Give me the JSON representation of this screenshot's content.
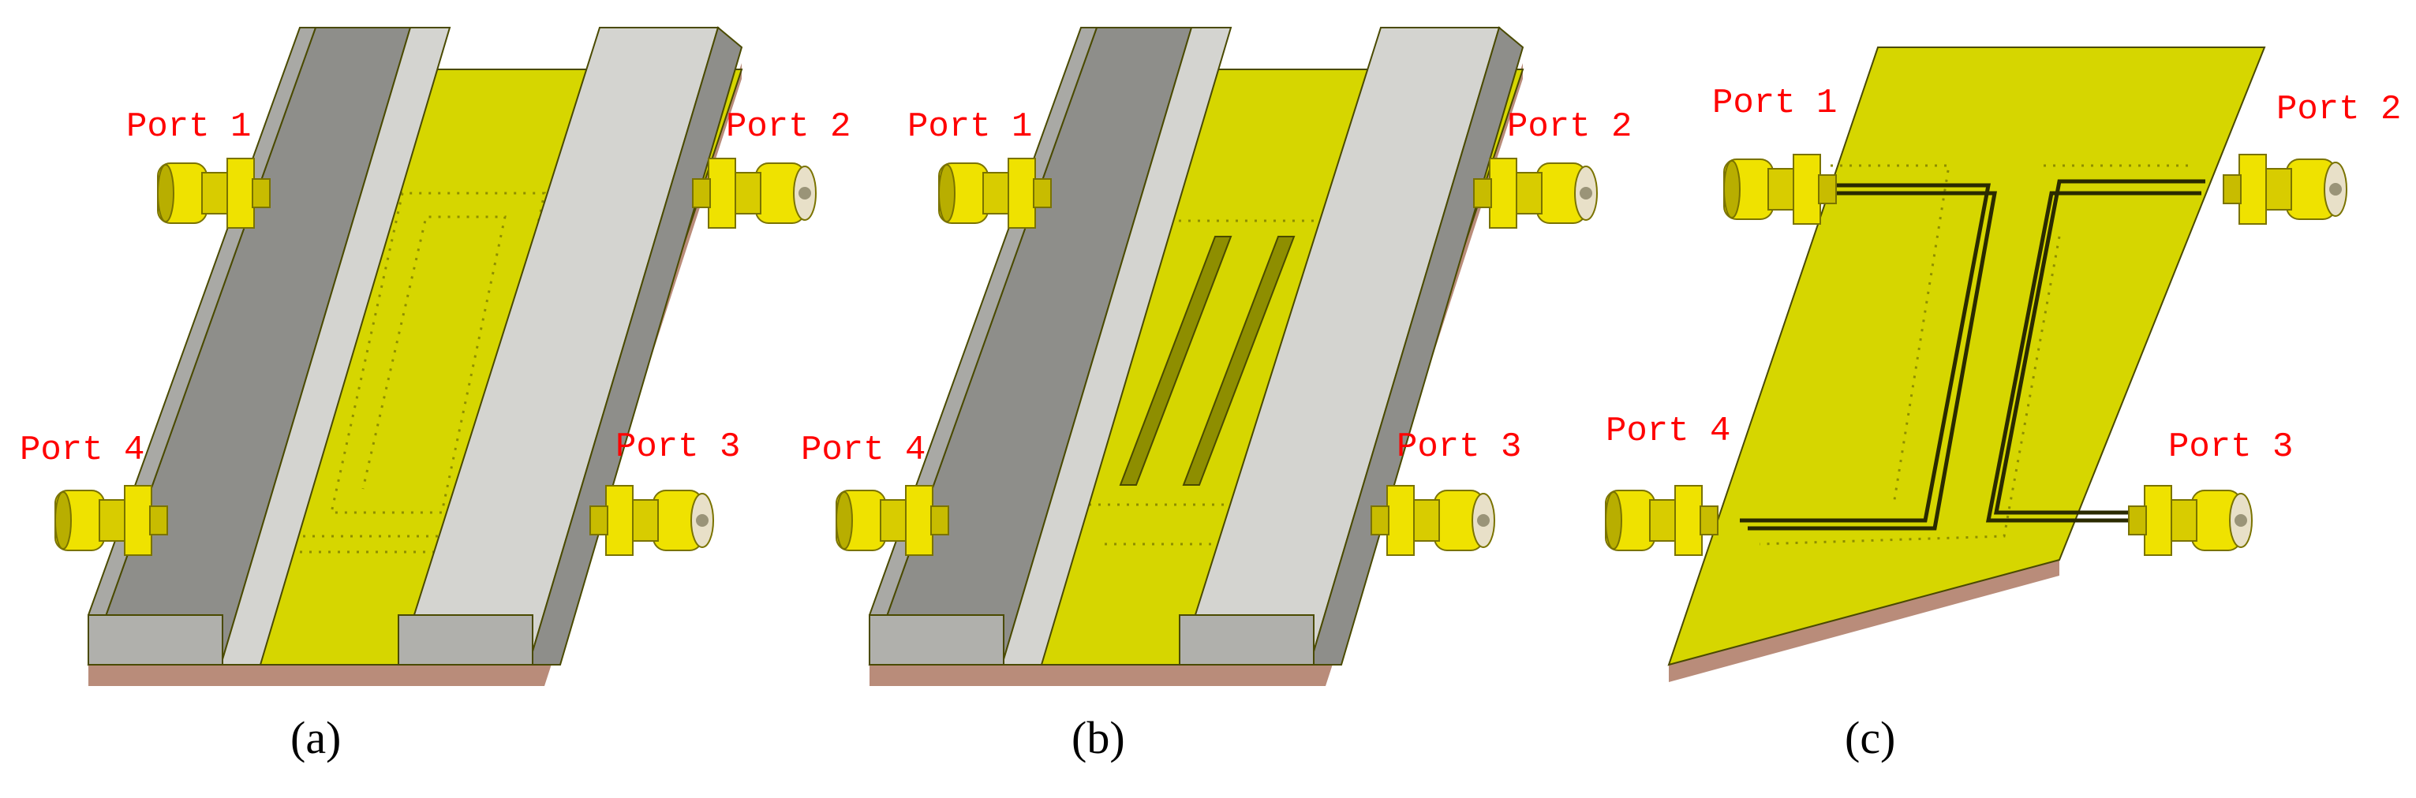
{
  "panels": [
    {
      "id": "a",
      "caption": "(a)",
      "ports": [
        "Port 1",
        "Port 2",
        "Port 3",
        "Port 4"
      ]
    },
    {
      "id": "b",
      "caption": "(b)",
      "ports": [
        "Port 1",
        "Port 2",
        "Port 3",
        "Port 4"
      ]
    },
    {
      "id": "c",
      "caption": "(c)",
      "ports": [
        "Port 1",
        "Port 2",
        "Port 3",
        "Port 4"
      ]
    }
  ],
  "colors": {
    "board_yellow": "#d6d600",
    "board_yellow_dark": "#a8a800",
    "connector_yellow": "#f2e600",
    "bar_gray_top": "#d4d4d0",
    "bar_gray_side": "#8e8e8a",
    "substrate": "#b98c7a",
    "label_red": "#ff0000"
  }
}
